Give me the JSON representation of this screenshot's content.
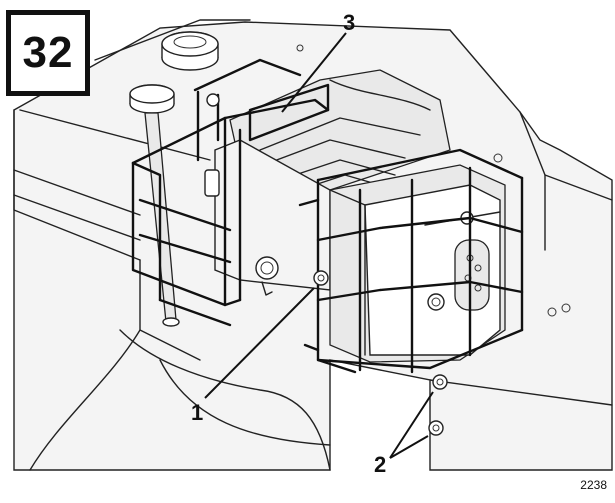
{
  "figure_number": "32",
  "callouts": {
    "c1": "1",
    "c2": "2",
    "c3": "3"
  },
  "drawing_code": "2238"
}
